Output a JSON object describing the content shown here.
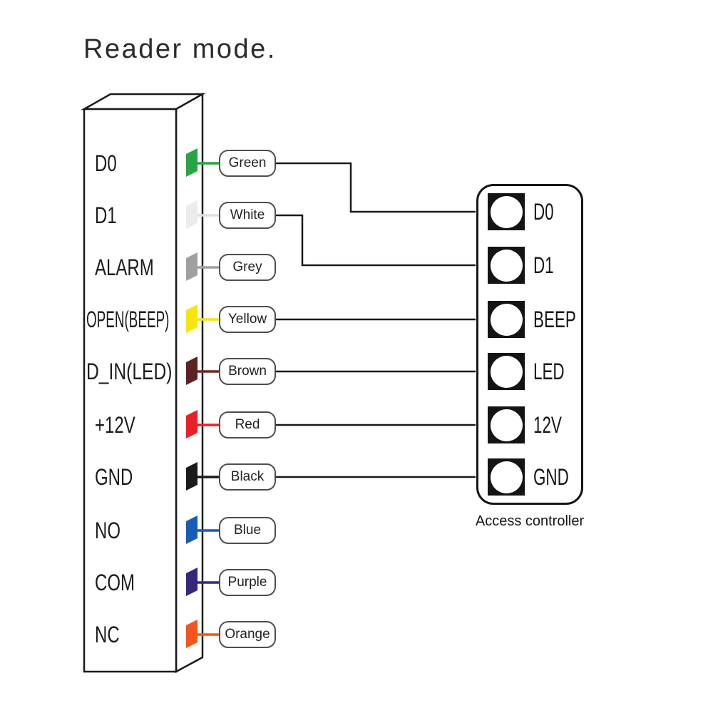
{
  "title": "Reader mode.",
  "line_color": "#1a1a1a",
  "reader": {
    "terminals": [
      {
        "name": "D0",
        "wire_label": "Green",
        "color": "#28a446",
        "connects_to": "D0"
      },
      {
        "name": "D1",
        "wire_label": "White",
        "color": "#ececea",
        "wire_color": "#e0e0de",
        "connects_to": "D1"
      },
      {
        "name": "ALARM",
        "wire_label": "Grey",
        "color": "#a0a0a0",
        "connects_to": null
      },
      {
        "name": "OPEN(BEEP)",
        "wire_label": "Yellow",
        "color": "#f6e510",
        "connects_to": "BEEP"
      },
      {
        "name": "D_IN(LED)",
        "wire_label": "Brown",
        "color": "#5d2320",
        "wire_color": "#76261f",
        "connects_to": "LED"
      },
      {
        "name": "+12V",
        "wire_label": "Red",
        "color": "#e7202a",
        "connects_to": "12V"
      },
      {
        "name": "GND",
        "wire_label": "Black",
        "color": "#1b1b1b",
        "connects_to": "GND"
      },
      {
        "name": "NO",
        "wire_label": "Blue",
        "color": "#1b5cb3",
        "connects_to": null
      },
      {
        "name": "COM",
        "wire_label": "Purple",
        "color": "#36267c",
        "connects_to": null
      },
      {
        "name": "NC",
        "wire_label": "Orange",
        "color": "#f2561d",
        "connects_to": null
      }
    ]
  },
  "controller": {
    "caption": "Access controller",
    "ports": [
      {
        "label": "D0"
      },
      {
        "label": "D1"
      },
      {
        "label": "BEEP"
      },
      {
        "label": "LED"
      },
      {
        "label": "12V"
      },
      {
        "label": "GND"
      }
    ]
  }
}
